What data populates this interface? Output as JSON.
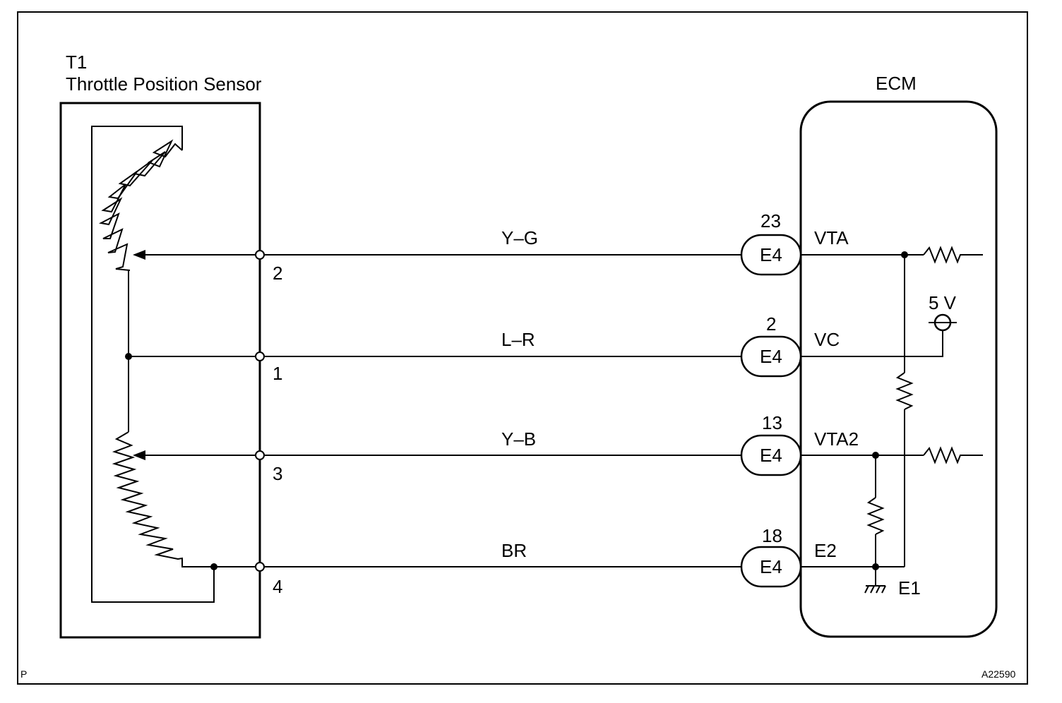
{
  "sensor": {
    "id": "T1",
    "name": "Throttle Position Sensor",
    "terminals": [
      "2",
      "1",
      "3",
      "4"
    ]
  },
  "ecm": {
    "title": "ECM",
    "supply": "5 V",
    "ground": "E1"
  },
  "wires": [
    {
      "color": "Y–G",
      "pin": "23",
      "connector": "E4",
      "signal": "VTA"
    },
    {
      "color": "L–R",
      "pin": "2",
      "connector": "E4",
      "signal": "VC"
    },
    {
      "color": "Y–B",
      "pin": "13",
      "connector": "E4",
      "signal": "VTA2"
    },
    {
      "color": "BR",
      "pin": "18",
      "connector": "E4",
      "signal": "E2"
    }
  ],
  "footer": {
    "left": "P",
    "right": "A22590"
  }
}
